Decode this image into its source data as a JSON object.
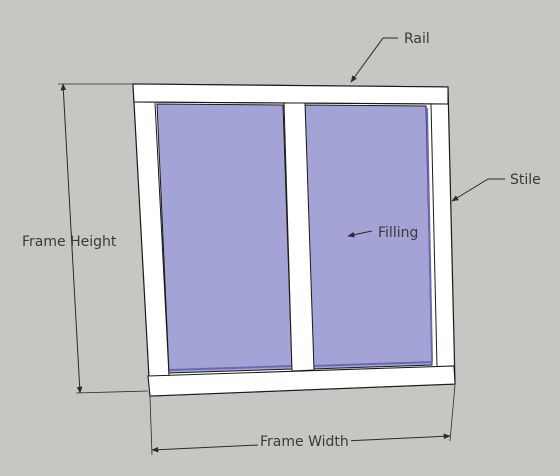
{
  "labels": {
    "rail": "Rail",
    "stile": "Stile",
    "filling": "Filling",
    "frame_height": "Frame Height",
    "frame_width": "Frame Width"
  },
  "colors": {
    "background": "#c6c6c2",
    "frame": "#ffffff",
    "glass": "#a3a3d6",
    "outline": "#1a1a1a",
    "leader": "#3a3a3a"
  }
}
